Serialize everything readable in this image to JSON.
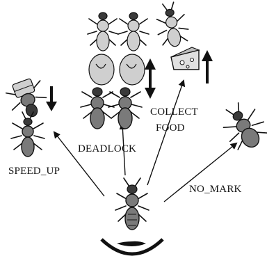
{
  "labels": {
    "speed_up": "SPEED_UP",
    "deadlock": "DEADLOCK",
    "collect_food_line1": "COLLECT",
    "collect_food_line2": "FOOD",
    "no_mark": "NO_MARK"
  },
  "icons": {
    "central_ant": "ant-icon",
    "sensor_arc": "pheromone-sensor-icon",
    "food": "cheese-icon"
  }
}
